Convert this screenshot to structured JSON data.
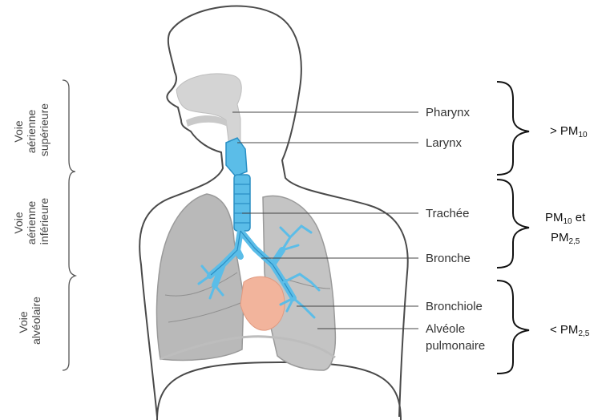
{
  "zones": {
    "upper": [
      "Voie",
      "aérienne",
      "supérieure"
    ],
    "lower": [
      "Voie",
      "aérienne",
      "inférieure"
    ],
    "alveolar": [
      "Voie",
      "alvéolaire"
    ]
  },
  "labels": {
    "pharynx": "Pharynx",
    "larynx": "Larynx",
    "trachea": "Trachée",
    "bronchus": "Bronche",
    "bronchiole": "Bronchiole",
    "alveolus_1": "Alvéole",
    "alveolus_2": "pulmonaire"
  },
  "particles": {
    "upper": {
      "prefix": "> PM",
      "sub": "10"
    },
    "middle": {
      "line1_prefix": "PM",
      "line1_sub": "10",
      "line1_suffix": " et",
      "line2_prefix": "PM",
      "line2_sub": "2,5"
    },
    "lower": {
      "prefix": "< PM",
      "sub": "2,5"
    }
  },
  "colors": {
    "airway": "#5bbde8",
    "airway_stroke": "#2a8fc4",
    "lung": "#b9b9b9",
    "lung_light": "#d4d4d4",
    "heart": "#f2b49c",
    "outline": "#444444"
  }
}
